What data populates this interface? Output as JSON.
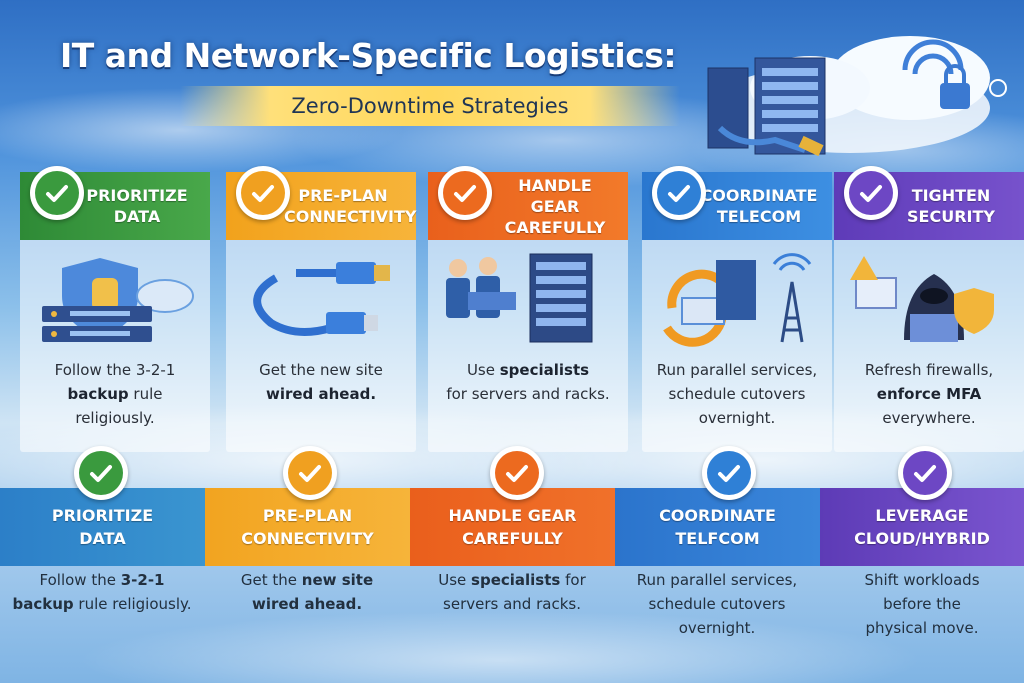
{
  "header": {
    "title": "IT and Network-Specific Logistics:",
    "subtitle": "Zero-Downtime Strategies"
  },
  "colors": {
    "green": "#3a9a3e",
    "orange": "#f0a020",
    "red_orange": "#ec6a1f",
    "blue": "#2f80d6",
    "purple": "#6d47c4"
  },
  "top_cards": [
    {
      "heading_line1": "PRIORITIZE",
      "heading_line2": "DATA",
      "body_line1": "Follow the 3-2-1",
      "body_line2_bold": "backup",
      "body_line2_rest": " rule religiously.",
      "body_line3": "",
      "icon": "server-backup-shield-icon"
    },
    {
      "heading_line1": "PRE-PLAN",
      "heading_line2": "CONNECTIVITY",
      "body_line1": "Get the new site",
      "body_line2_bold": "wired ahead.",
      "body_line2_rest": "",
      "body_line3": "",
      "icon": "ethernet-cable-icon"
    },
    {
      "heading_line1": "HANDLE GEAR",
      "heading_line2": "CAREFULLY",
      "body_line1_plain": "Use ",
      "body_line1_bold": "specialists",
      "body_line2": "for servers and racks.",
      "icon": "technicians-server-rack-icon"
    },
    {
      "heading_line1": "COORDINATE",
      "heading_line2": "TELECOM",
      "body_line1": "Run parallel services,",
      "body_line2": "schedule cutovers",
      "body_line3": "overnight.",
      "icon": "telecom-tower-icon"
    },
    {
      "heading_line1": "TIGHTEN",
      "heading_line2": "SECURITY",
      "body_line1": "Refresh firewalls,",
      "body_line2_bold": "enforce MFA",
      "body_line3": "everywhere.",
      "icon": "hacker-security-icon"
    }
  ],
  "bottom_cards": [
    {
      "heading_line1": "PRIORITIZE",
      "heading_line2": "DATA",
      "body_line1_plain": "Follow the ",
      "body_line1_bold": "3-2-1",
      "body_line2_bold": "backup",
      "body_line2_rest": " rule religiously."
    },
    {
      "heading_line1": "PRE-PLAN",
      "heading_line2": "CONNECTIVITY",
      "body_line1_plain": "Get the ",
      "body_line1_bold": "new site",
      "body_line2_bold": "wired ahead."
    },
    {
      "heading_line1": "HANDLE GEAR",
      "heading_line2": "CAREFULLY",
      "body_line1_plain": "Use ",
      "body_line1_bold": "specialists",
      "body_line1_rest": " for",
      "body_line2": "servers and racks."
    },
    {
      "heading_line1": "COORDINATE",
      "heading_line2": "TELFCOM",
      "body_line1": "Run parallel services,",
      "body_line2": "schedule cutovers",
      "body_line3": "overnight."
    },
    {
      "heading_line1": "LEVERAGE",
      "heading_line2": "CLOUD/HYBRID",
      "body_line1": "Shift workloads",
      "body_line2": "before the",
      "body_line3": "physical move."
    }
  ]
}
